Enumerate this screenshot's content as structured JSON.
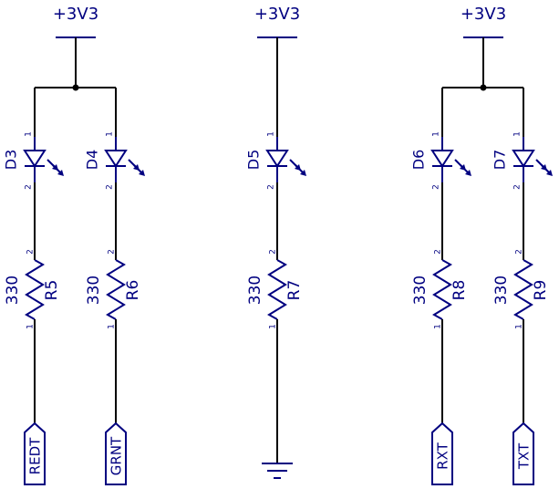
{
  "colors": {
    "wire": "#000000",
    "symbol": "#000080",
    "background": "#ffffff"
  },
  "supplies": [
    {
      "label": "+3V3"
    },
    {
      "label": "+3V3"
    },
    {
      "label": "+3V3"
    }
  ],
  "branches": [
    {
      "led": "D3",
      "resistor": "R5",
      "value": "330",
      "net": "REDT",
      "pin_top": "1",
      "pin_bottom": "2",
      "rpin_top": "2",
      "rpin_bottom": "1",
      "terminal": "net-label"
    },
    {
      "led": "D4",
      "resistor": "R6",
      "value": "330",
      "net": "GRNT",
      "pin_top": "1",
      "pin_bottom": "2",
      "rpin_top": "2",
      "rpin_bottom": "1",
      "terminal": "net-label"
    },
    {
      "led": "D5",
      "resistor": "R7",
      "value": "330",
      "net": "",
      "pin_top": "1",
      "pin_bottom": "2",
      "rpin_top": "2",
      "rpin_bottom": "1",
      "terminal": "ground"
    },
    {
      "led": "D6",
      "resistor": "R8",
      "value": "330",
      "net": "RXT",
      "pin_top": "1",
      "pin_bottom": "2",
      "rpin_top": "2",
      "rpin_bottom": "1",
      "terminal": "net-label"
    },
    {
      "led": "D7",
      "resistor": "R9",
      "value": "330",
      "net": "TXT",
      "pin_top": "1",
      "pin_bottom": "2",
      "rpin_top": "2",
      "rpin_bottom": "1",
      "terminal": "net-label"
    }
  ]
}
